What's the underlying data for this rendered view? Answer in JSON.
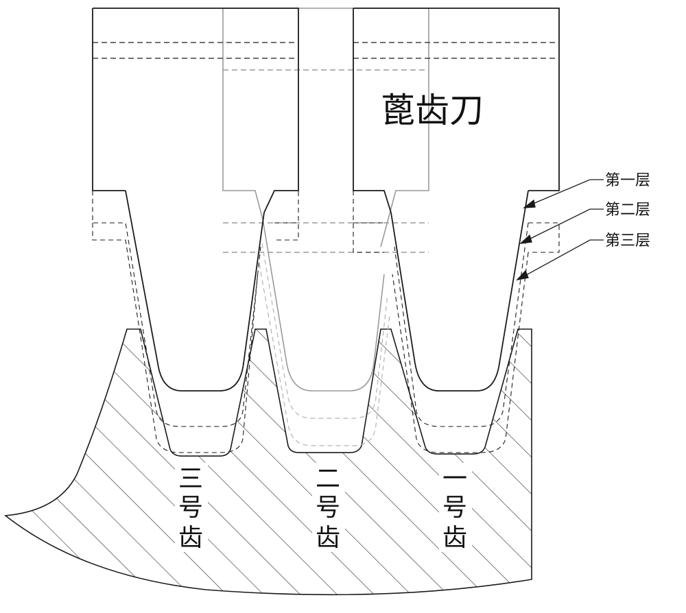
{
  "diagram": {
    "tool_label": "蓖齿刀",
    "layers": [
      {
        "label": "第一层"
      },
      {
        "label": "第二层"
      },
      {
        "label": "第三层"
      }
    ],
    "teeth": [
      {
        "label_lines": [
          "三",
          "号",
          "齿"
        ]
      },
      {
        "label_lines": [
          "二",
          "号",
          "齿"
        ]
      },
      {
        "label_lines": [
          "一",
          "号",
          "齿"
        ]
      }
    ],
    "colors": {
      "line_dark": "#1a1a1a",
      "line_gray": "#9a9a9a",
      "hatch": "#333333"
    }
  }
}
